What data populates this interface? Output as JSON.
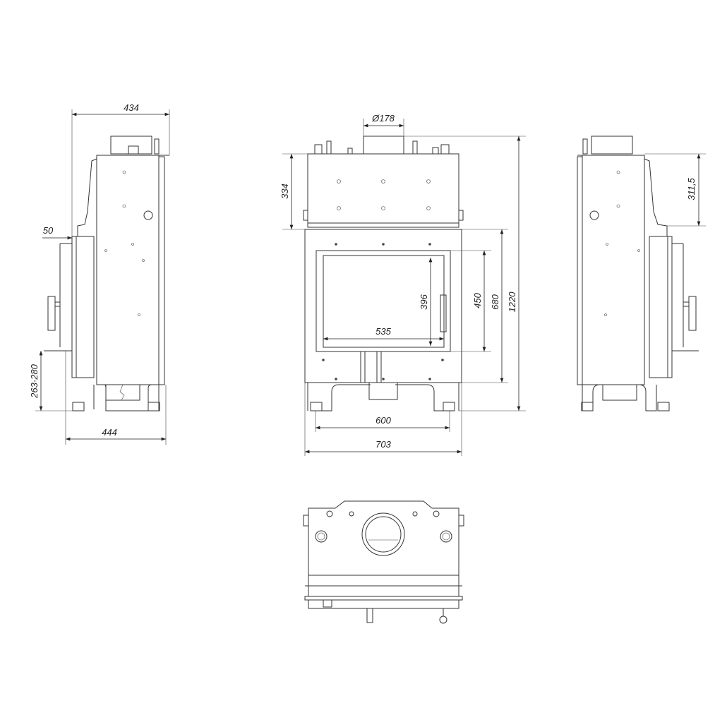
{
  "dimensions": {
    "side_depth_top": "434",
    "flue_diameter": "Ø178",
    "top_section_height": "334",
    "side_top_height": "311,5",
    "door_offset": "50",
    "leg_height_range": "263-280",
    "side_depth_bottom": "444",
    "glass_height": "396",
    "glass_width": "535",
    "door_opening_height": "450",
    "front_body_height": "680",
    "total_height": "1220",
    "leg_spacing": "600",
    "total_width": "703"
  },
  "colors": {
    "line": "#333333",
    "background": "#ffffff"
  }
}
